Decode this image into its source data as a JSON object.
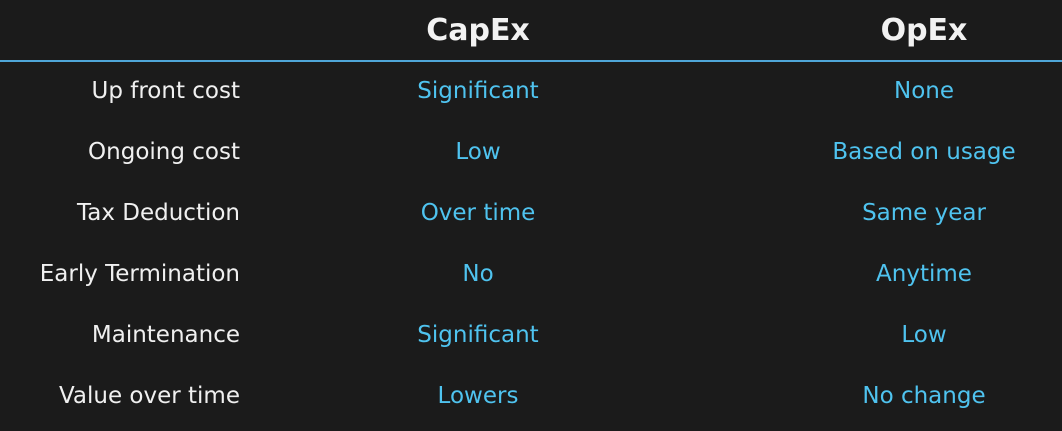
{
  "headers": {
    "capex": "CapEx",
    "opex": "OpEx"
  },
  "rows": [
    {
      "label": "Up front cost",
      "capex": "Significant",
      "opex": "None"
    },
    {
      "label": "Ongoing cost",
      "capex": "Low",
      "opex": "Based on usage"
    },
    {
      "label": "Tax Deduction",
      "capex": "Over time",
      "opex": "Same year"
    },
    {
      "label": "Early Termination",
      "capex": "No",
      "opex": "Anytime"
    },
    {
      "label": "Maintenance",
      "capex": "Significant",
      "opex": "Low"
    },
    {
      "label": "Value over time",
      "capex": "Lowers",
      "opex": "No change"
    }
  ],
  "colors": {
    "background": "#1b1b1b",
    "header_text": "#f2f2f2",
    "label_text": "#f0f0f0",
    "value_text": "#4fc3ef",
    "divider": "#4fa6d8"
  }
}
